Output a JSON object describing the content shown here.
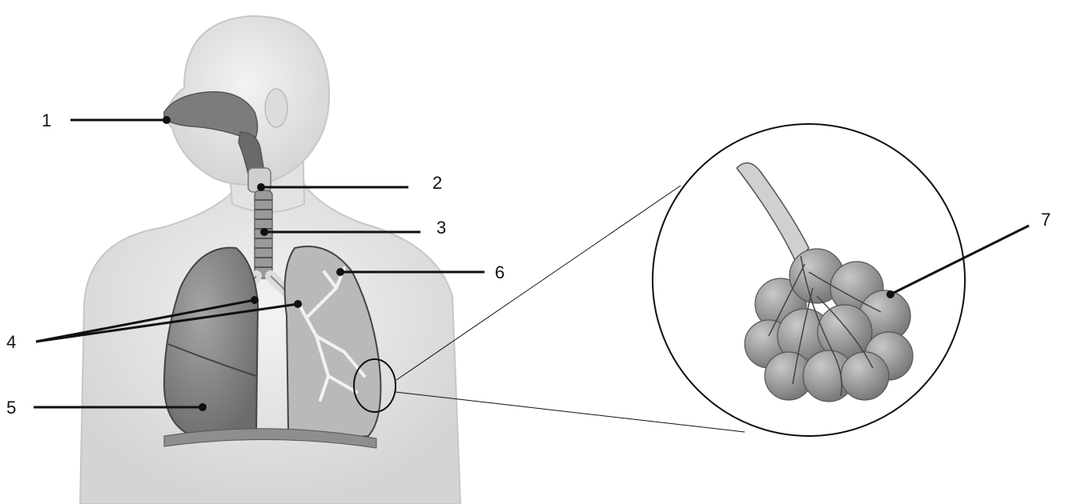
{
  "labels": [
    {
      "id": "1",
      "text": "1"
    },
    {
      "id": "2",
      "text": "2"
    },
    {
      "id": "3",
      "text": "3"
    },
    {
      "id": "4",
      "text": "4"
    },
    {
      "id": "5",
      "text": "5"
    },
    {
      "id": "6",
      "text": "6"
    },
    {
      "id": "7",
      "text": "7"
    }
  ],
  "colors": {
    "body_fill": "#e6e6e6",
    "body_stroke": "#bdbdbd",
    "lung_fill": "#8f8f8f",
    "lung_dark": "#6e6e6e",
    "airway": "#6a6a6a",
    "leader": "#111111"
  }
}
